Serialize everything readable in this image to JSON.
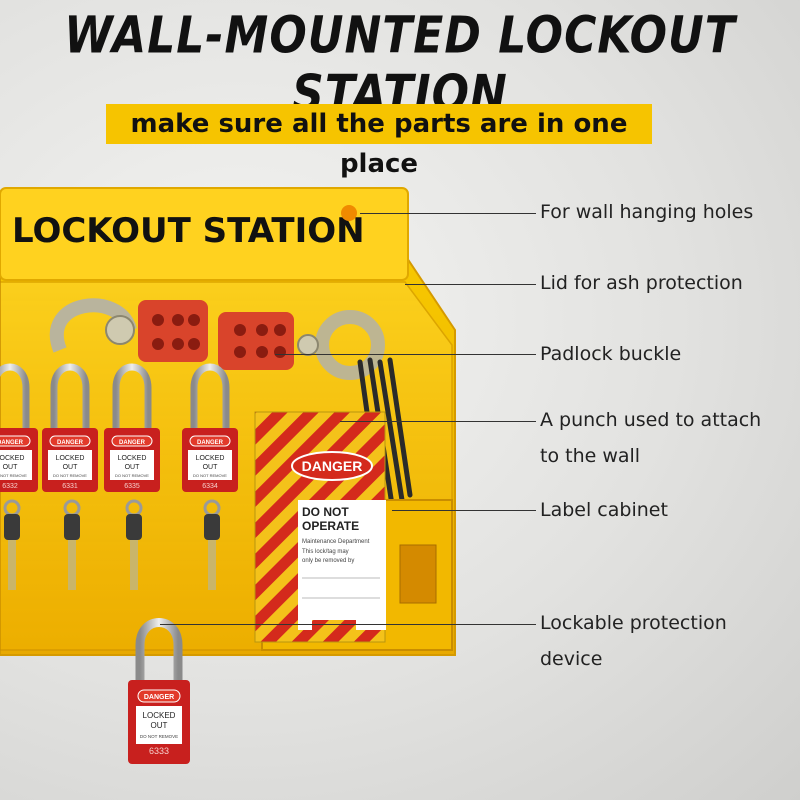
{
  "headline": "WALL-MOUNTED LOCKOUT STATION",
  "subheadline": "make sure all the parts are in one place",
  "station": {
    "panel_title": "LOCKOUT STATION",
    "padlocks": [
      {
        "danger": "DANGER",
        "text1": "LOCKED",
        "text2": "OUT",
        "small": "DO NOT REMOVE",
        "number": "6332"
      },
      {
        "danger": "DANGER",
        "text1": "LOCKED",
        "text2": "OUT",
        "small": "DO NOT REMOVE",
        "number": "6331"
      },
      {
        "danger": "DANGER",
        "text1": "LOCKED",
        "text2": "OUT",
        "small": "DO NOT REMOVE",
        "number": "6335"
      },
      {
        "danger": "DANGER",
        "text1": "LOCKED",
        "text2": "OUT",
        "small": "DO NOT REMOVE",
        "number": "6334"
      }
    ],
    "tag": {
      "danger": "DANGER",
      "line1": "DO NOT",
      "line2": "OPERATE",
      "small1": "Maintenance Department",
      "small2": "This lock/tag may",
      "small3": "only be removed by"
    },
    "hanging_lock": {
      "danger": "DANGER",
      "text1": "LOCKED",
      "text2": "OUT",
      "small": "DO NOT REMOVE",
      "number": "6333"
    }
  },
  "callouts": [
    {
      "lines": [
        "For wall hanging holes"
      ]
    },
    {
      "lines": [
        "Lid for ash protection"
      ]
    },
    {
      "lines": [
        "Padlock buckle"
      ]
    },
    {
      "lines": [
        "A punch used to attach",
        "to the wall"
      ]
    },
    {
      "lines": [
        "Label cabinet"
      ]
    },
    {
      "lines": [
        "Lockable protection",
        "device"
      ]
    }
  ],
  "colors": {
    "station_yellow": "#f6c400",
    "lock_red": "#c8201e",
    "hasp_red": "#d9442b"
  }
}
